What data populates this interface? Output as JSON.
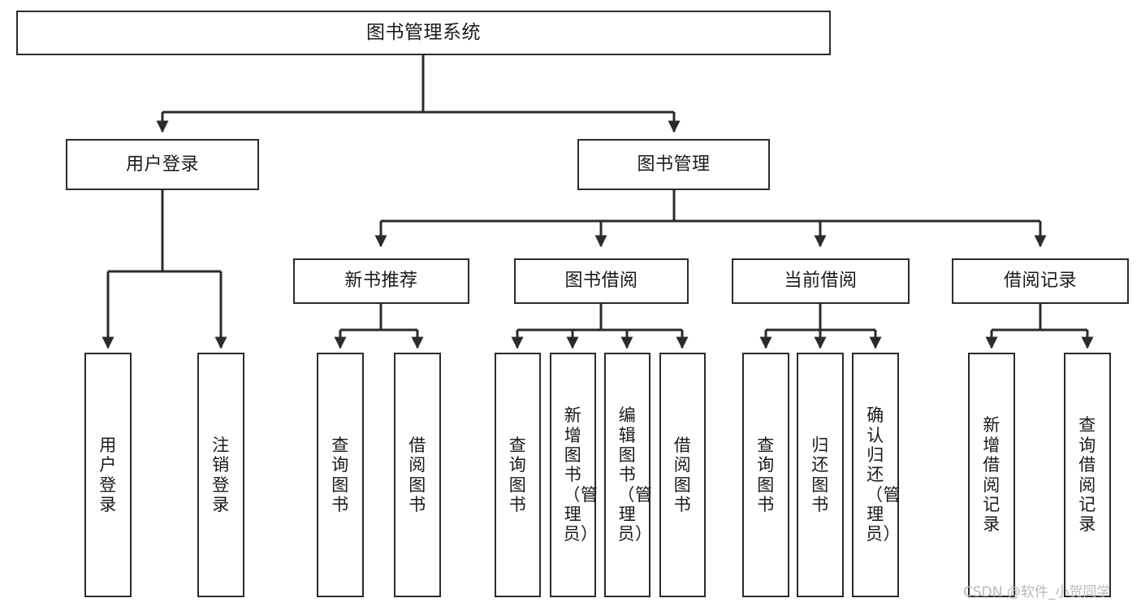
{
  "diagram": {
    "type": "tree-hierarchy-diagram",
    "title": "图书管理系统",
    "watermark": "CSDN @软件_小贺同学",
    "colors": {
      "background": "#ffffff",
      "stroke": "#2b2b2b",
      "text": "#1a1a1a",
      "watermark": "#b9b9b9"
    },
    "nodes": {
      "root": {
        "label": "图书管理系统"
      },
      "level2": [
        {
          "label": "用户登录"
        },
        {
          "label": "图书管理"
        }
      ],
      "level3": [
        {
          "label": "新书推荐"
        },
        {
          "label": "图书借阅"
        },
        {
          "label": "当前借阅"
        },
        {
          "label": "借阅记录"
        }
      ],
      "leaves": {
        "user_login": [
          {
            "label": "用户登录"
          },
          {
            "label": "注销登录"
          }
        ],
        "new_book": [
          {
            "label": "查询图书"
          },
          {
            "label": "借阅图书"
          }
        ],
        "book_borrow": [
          {
            "label": "查询图书"
          },
          {
            "label": "新增图书（管理员）"
          },
          {
            "label": "编辑图书（管理员）"
          },
          {
            "label": "借阅图书"
          }
        ],
        "current_borrow": [
          {
            "label": "查询图书"
          },
          {
            "label": "归还图书"
          },
          {
            "label": "确认归还（管理员）"
          }
        ],
        "borrow_record": [
          {
            "label": "新增借阅记录"
          },
          {
            "label": "查询借阅记录"
          }
        ]
      }
    }
  }
}
